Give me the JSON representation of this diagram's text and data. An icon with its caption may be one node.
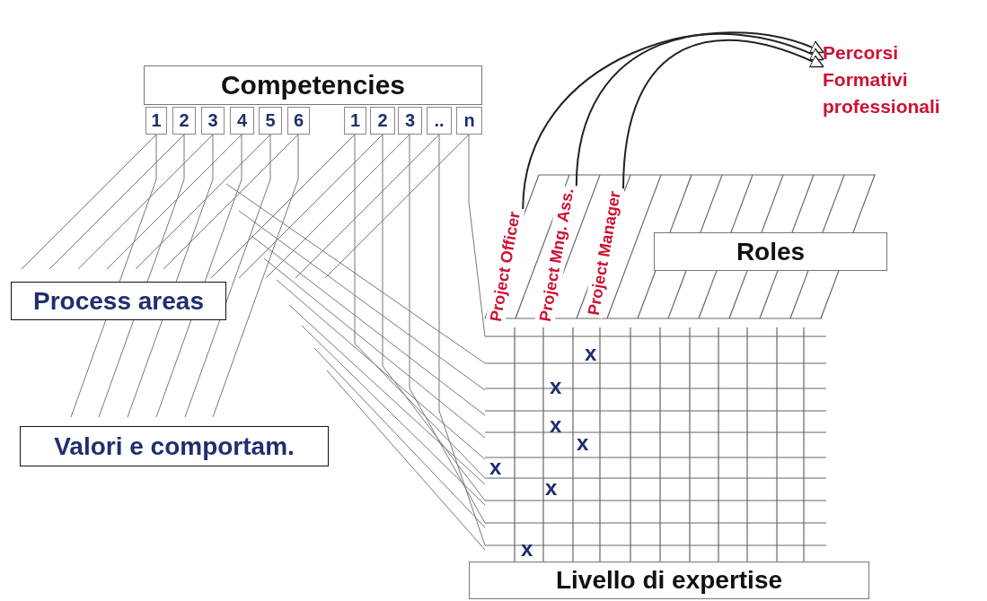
{
  "diagram": {
    "nodes": [
      {
        "text": [
          "Competencies"
        ]
      },
      {
        "text": [
          "1"
        ]
      },
      {
        "text": [
          "2"
        ]
      },
      {
        "text": [
          "3"
        ]
      },
      {
        "text": [
          "4"
        ]
      },
      {
        "text": [
          "5"
        ]
      },
      {
        "text": [
          "6"
        ]
      },
      {
        "text": [
          "1"
        ]
      },
      {
        "text": [
          "2"
        ]
      },
      {
        "text": [
          "3"
        ]
      },
      {
        "text": [
          ".."
        ]
      },
      {
        "text": [
          "n"
        ]
      },
      {
        "text": [
          "Percorsi Formativi professionali"
        ]
      },
      {
        "text": [
          "Project Officer"
        ]
      },
      {
        "text": [
          "Project Mng. Ass."
        ]
      },
      {
        "text": [
          "Project Manager"
        ]
      },
      {
        "text": [
          "Roles"
        ]
      },
      {
        "text": [
          "Process areas"
        ]
      },
      {
        "text": [
          "Valori e comportam."
        ]
      },
      {
        "text": [
          "Livello di expertise"
        ]
      }
    ],
    "edges": [
      {
        "from": 13,
        "to": 12,
        "arrow": "to"
      },
      {
        "from": 14,
        "to": 12,
        "arrow": "to"
      },
      {
        "from": 15,
        "to": 12,
        "arrow": "to"
      }
    ],
    "labels": [
      "x",
      "x",
      "x",
      "x",
      "x",
      "x",
      "x"
    ]
  }
}
